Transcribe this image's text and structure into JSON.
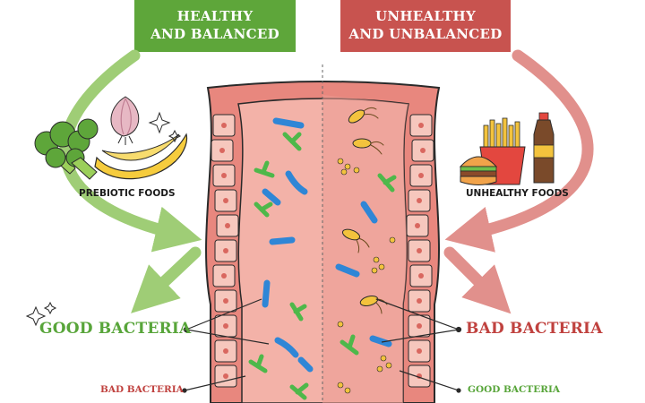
{
  "left_panel": {
    "banner_line1": "HEALTHY",
    "banner_line2": "AND BALANCED",
    "food_label": "PREBIOTIC FOODS",
    "primary_label": "GOOD BACTERIA",
    "secondary_label": "BAD BACTERIA"
  },
  "right_panel": {
    "banner_line1": "UNHEALTHY",
    "banner_line2": "AND UNBALANCED",
    "food_label": "UNHEALTHY FOODS",
    "primary_label": "BAD BACTERIA",
    "secondary_label": "GOOD BACTERIA"
  },
  "colors": {
    "healthy_green": "#5ea63a",
    "unhealthy_red": "#c8534f",
    "intestine_wall": "#e8877e",
    "intestine_lumen": "#f3b2a8",
    "good_bacteria_blue": "#2f86d6",
    "good_bacteria_green": "#4eb84a",
    "bad_bacteria_yellow": "#f3c33d"
  },
  "icons": [
    "broccoli-icon",
    "onion-icon",
    "banana-icon",
    "sparkle-icon",
    "fries-icon",
    "burger-icon",
    "soda-bottle-icon"
  ]
}
